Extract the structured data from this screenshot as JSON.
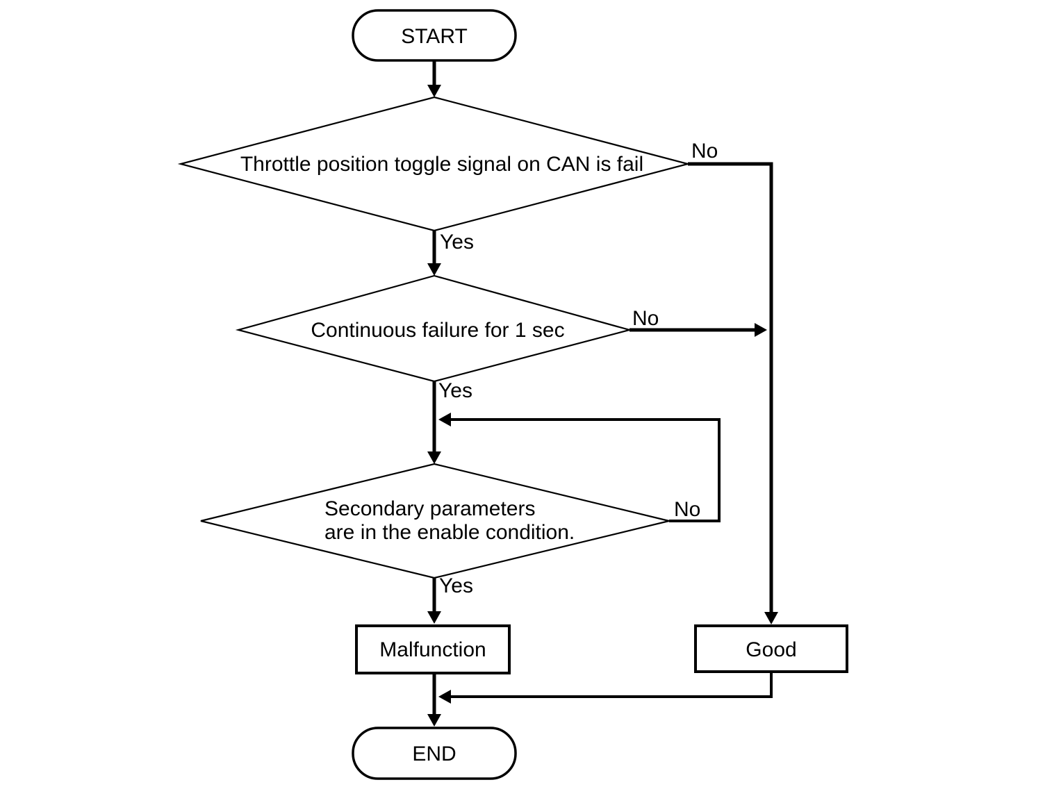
{
  "diagram": {
    "type": "flowchart",
    "colors": {
      "background": "#ffffff",
      "stroke": "#000000",
      "text": "#000000"
    },
    "nodes": {
      "start": {
        "type": "terminator",
        "label": "START"
      },
      "decision1": {
        "type": "decision",
        "label": "Throttle position toggle signal on CAN is fail"
      },
      "decision2": {
        "type": "decision",
        "label": "Continuous failure for 1 sec"
      },
      "decision3": {
        "type": "decision",
        "label_line1": "Secondary parameters",
        "label_line2": "are in the enable condition."
      },
      "malfunction": {
        "type": "process",
        "label": "Malfunction"
      },
      "good": {
        "type": "process",
        "label": "Good"
      },
      "end": {
        "type": "terminator",
        "label": "END"
      }
    },
    "edge_labels": {
      "decision1_no": "No",
      "decision1_yes": "Yes",
      "decision2_no": "No",
      "decision2_yes": "Yes",
      "decision3_no": "No",
      "decision3_yes": "Yes"
    }
  }
}
